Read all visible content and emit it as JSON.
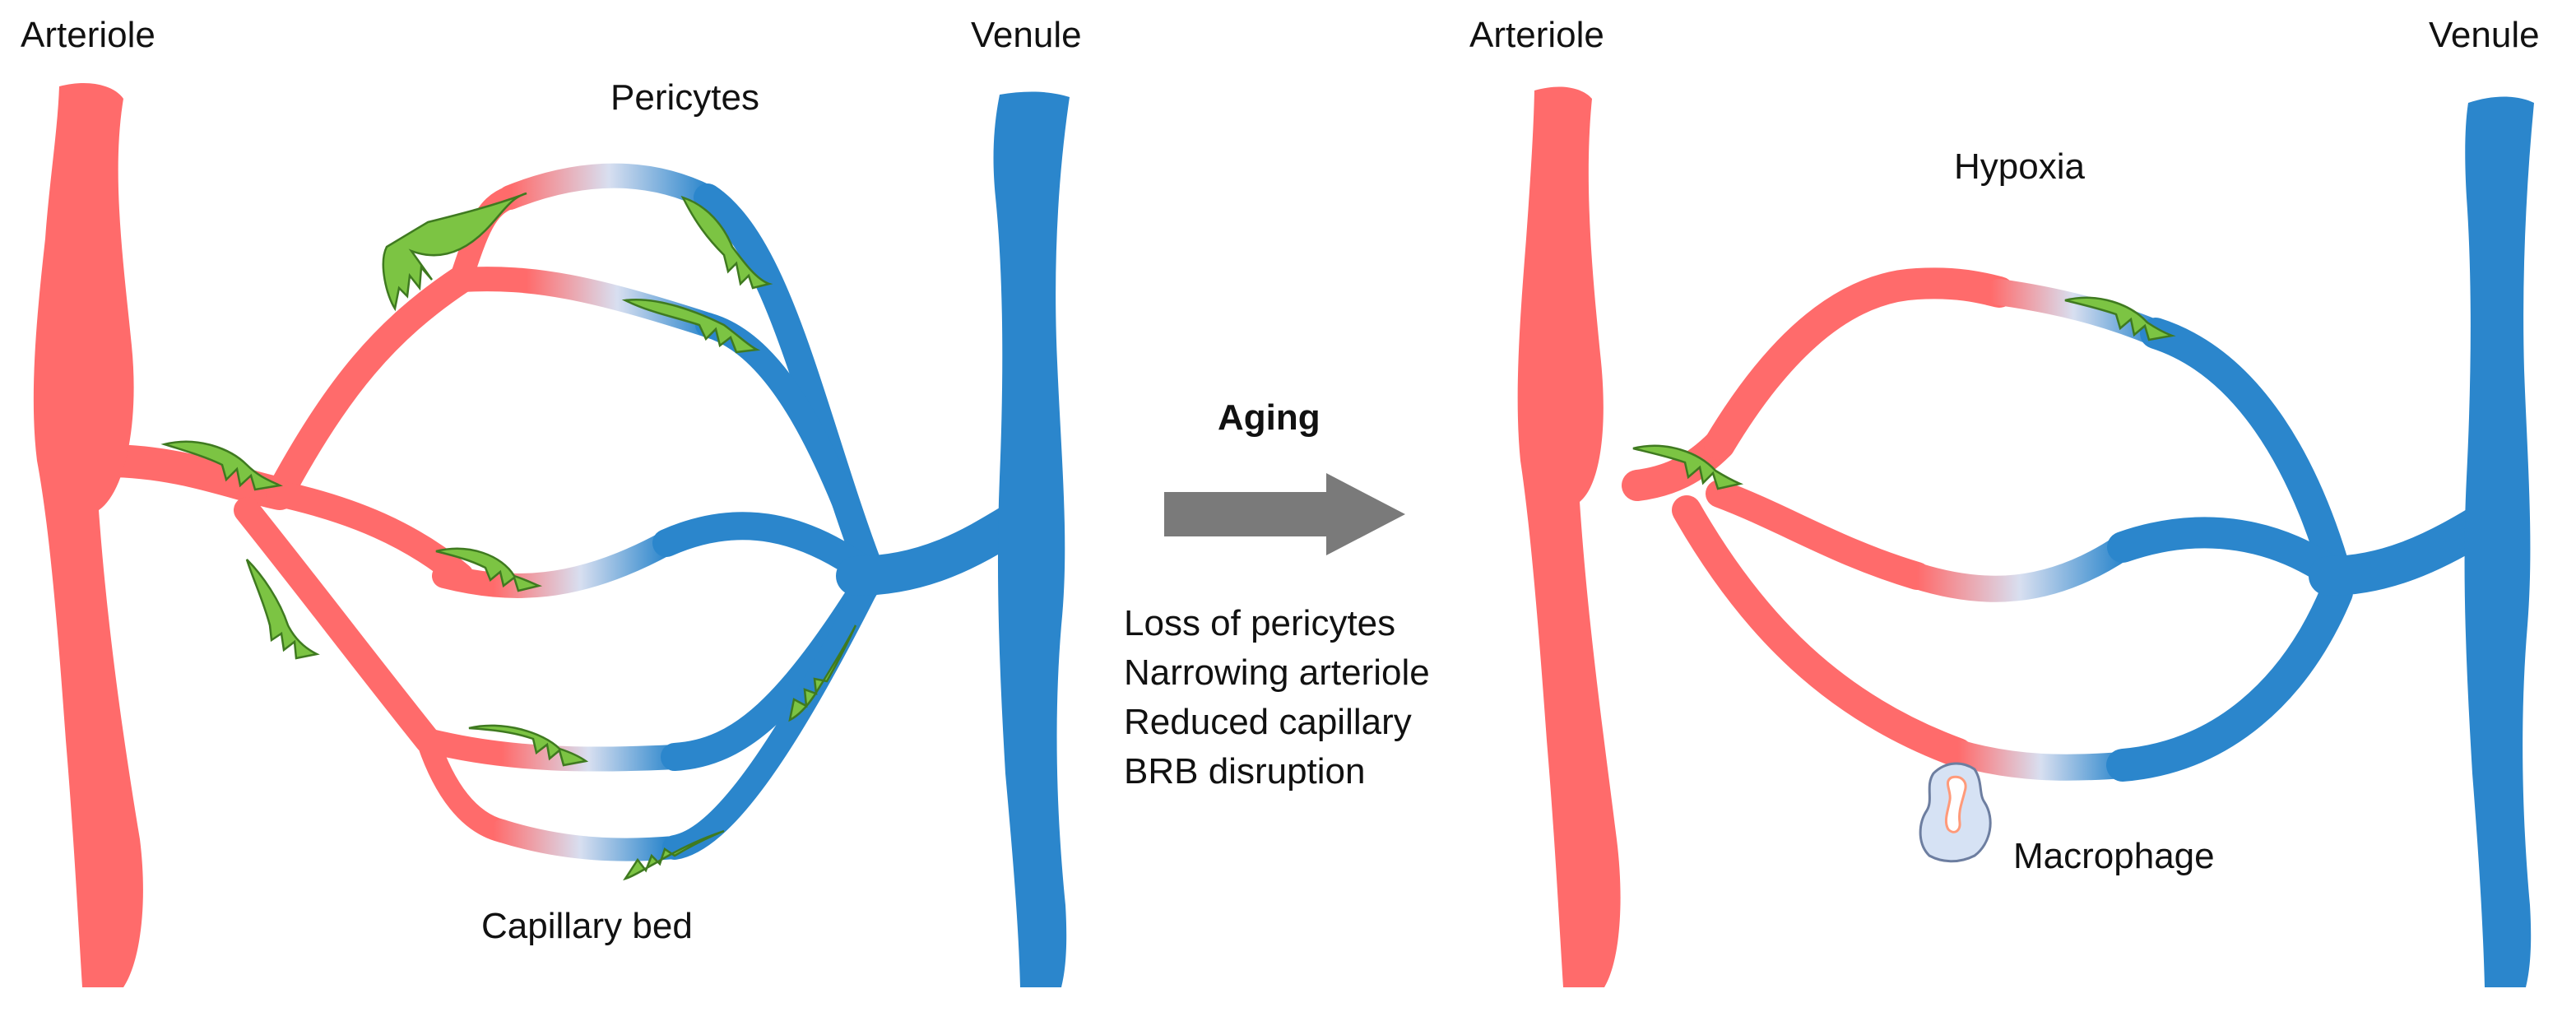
{
  "left": {
    "arteriole_label": "Arteriole",
    "venule_label": "Venule",
    "pericytes_label": "Pericytes",
    "capillary_bed_label": "Capillary bed"
  },
  "right": {
    "arteriole_label": "Arteriole",
    "venule_label": "Venule",
    "hypoxia_label": "Hypoxia",
    "macrophage_label": "Macrophage"
  },
  "transition": {
    "label": "Aging",
    "effects": [
      "Loss of pericytes",
      "Narrowing arteriole",
      "Reduced capillary",
      "BRB disruption"
    ]
  },
  "colors": {
    "arteriole": "#ff6b6b",
    "venule": "#2b86cc",
    "pericyte": "#7cc443",
    "arrow": "#7a7a7a",
    "macrophage": "#d6e2f4"
  }
}
